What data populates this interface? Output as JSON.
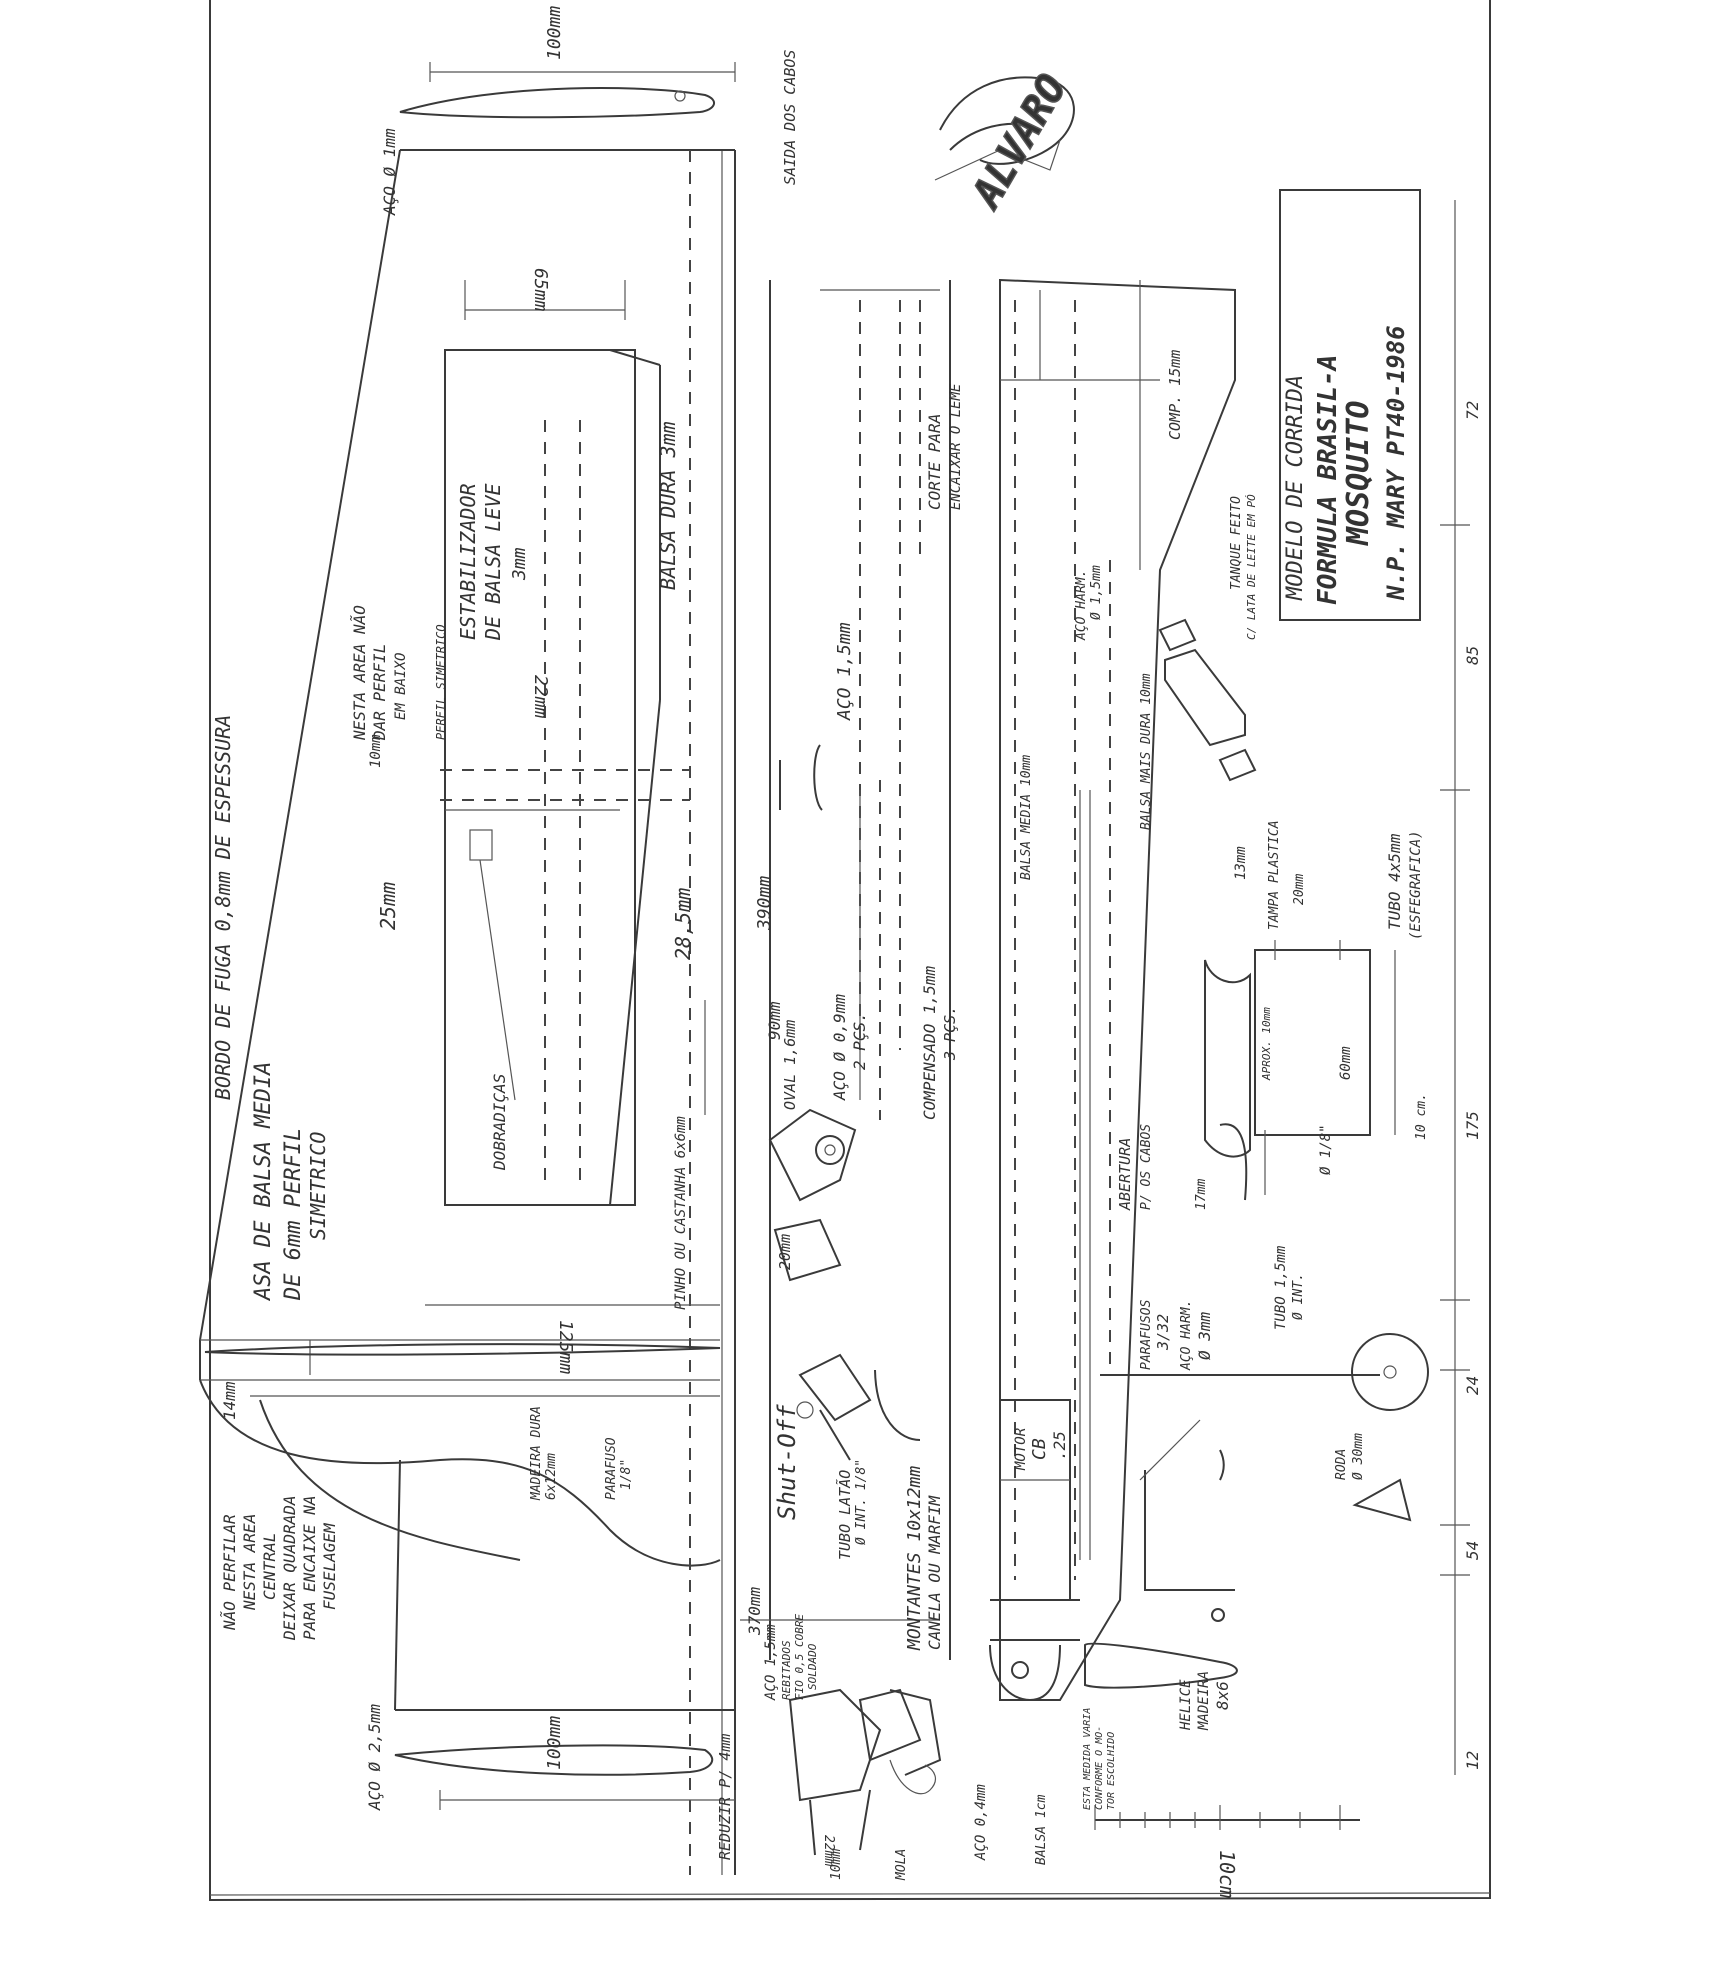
{
  "sheet": {
    "title_block": {
      "line1": "MODELO DE CORRIDA",
      "line2": "FORMULA BRASIL-A",
      "line3": "MOSQUITO",
      "line4": "N.P. MARY PT40-1986"
    },
    "logo_text": "ALVARO",
    "wing": {
      "span_left": "100mm",
      "span_right": "100mm",
      "root_chord": "125mm",
      "stab_span": "65mm",
      "stab_chord": "22mm",
      "trailing_edge": "BORDO DE FUGA 0,8mm DE ESPESSURA",
      "wing_desc_1": "ASA DE BALSA MEDIA",
      "wing_desc_2": "DE 6mm PERFIL",
      "wing_desc_3": "SIMETRICO",
      "no_profile_1": "NESTA AREA NÃO",
      "no_profile_2": "DAR PERFIL",
      "no_profile_3": "EM BAIXO",
      "stabilizer_1": "ESTABILIZADOR",
      "stabilizer_2": "DE BALSA LEVE",
      "stabilizer_3": "3mm",
      "balsa_hard": "BALSA DURA 3mm",
      "profile_sym": "PERFIL SIMETRICO",
      "dim_10": "10mm",
      "dim_25": "25mm",
      "dim_28": "28,5mm",
      "hinges": "DOBRADIÇAS",
      "pinho": "PINHO OU CASTANHA 6x6mm",
      "steel_1mm": "AÇO Ø 1mm",
      "cable_out": "SAIDA DOS CABOS",
      "steel_25": "AÇO Ø 2,5mm",
      "no_profile_center_1": "NÃO PERFILAR",
      "no_profile_center_2": "NESTA AREA",
      "no_profile_center_3": "CENTRAL",
      "square_1": "DEIXAR QUADRADA",
      "square_2": "PARA ENCAIXE NA",
      "square_3": "FUSELAGEM",
      "hardwood_1": "MADEIRA DURA",
      "hardwood_2": "6x12mm",
      "screw_1": "PARAFUSO",
      "screw_2": "1/8\"",
      "dim_14": "14mm",
      "reduce": "REDUZIR P/ 4mm"
    },
    "controls": {
      "steel_15": "AÇO 1,5mm",
      "dim_390": "390mm",
      "dim_90": "90mm",
      "oval": "OVAL 1,6mm",
      "steel_09_1": "AÇO Ø 0,9mm",
      "steel_09_2": "2 PÇS.",
      "ply_1": "COMPENSADO 1,5mm",
      "ply_2": "3 PÇS.",
      "cut_1": "CORTE PARA",
      "cut_2": "ENCAIXAR O LEME",
      "dim_20": "20mm",
      "shutoff": "Shut-Off",
      "brass_1": "TUBO LATÃO",
      "brass_2": "Ø INT. 1/8\"",
      "uprights_1": "MONTANTES 10x12mm",
      "uprights_2": "CANELA OU MARFIM",
      "dim_370": "370mm",
      "steel_15b_1": "AÇO 1,5mm",
      "steel_15b_2": "REBITADOS",
      "steel_15b_3": "FIO 0,5 COBRE",
      "steel_15b_4": "SOLDADO",
      "dim_10b": "10mm",
      "dim_22": "22mm",
      "spring": "MOLA",
      "steel_04": "AÇO 0,4mm",
      "balsa_1cm": "BALSA 1cm"
    },
    "fuselage": {
      "comp": "COMP. 15mm",
      "steel_harm_1": "AÇO HARM.",
      "steel_harm_2": "Ø 1,5mm",
      "balsa_hard_10": "BALSA MAIS DURA 10mm",
      "balsa_med_10": "BALSA MEDIA 10mm",
      "opening_1": "ABERTURA",
      "opening_2": "P/ OS CABOS",
      "screws_1": "PARAFUSOS",
      "screws_2": "3/32",
      "steel_harm3_1": "AÇO HARM.",
      "steel_harm3_2": "Ø 3mm",
      "motor_1": "MOTOR",
      "motor_2": "CB",
      "motor_3": ".25",
      "prop_1": "HELICE",
      "prop_2": "MADEIRA",
      "prop_3": "8x6",
      "wheel_1": "RODA",
      "wheel_2": "Ø 30mm",
      "spinner_1": "ESTA MEDIDA VARIA",
      "spinner_2": "CONFORME O MO-",
      "spinner_3": "TOR ESCOLHIDO"
    },
    "tank": {
      "tank_1": "TANQUE FEITO",
      "tank_2": "C/ LATA DE LEITE EM PÓ",
      "cap": "TAMPA PLASTICA",
      "tube_4_1": "TUBO 4x5mm",
      "tube_4_2": "(ESFEGRAFICA)",
      "dim_13": "13mm",
      "dim_20t": "20mm",
      "dim_60": "60mm",
      "tube_15_1": "TUBO 1,5mm",
      "tube_15_2": "Ø INT.",
      "dim_17": "17mm",
      "dim_apr": "APROX. 10mm",
      "dia_18": "Ø 1/8\"",
      "dim_10cm": "10 cm."
    },
    "scale_label": "10cm",
    "bottom_dims": [
      "12",
      "54",
      "24",
      "175",
      "85",
      "72"
    ]
  }
}
